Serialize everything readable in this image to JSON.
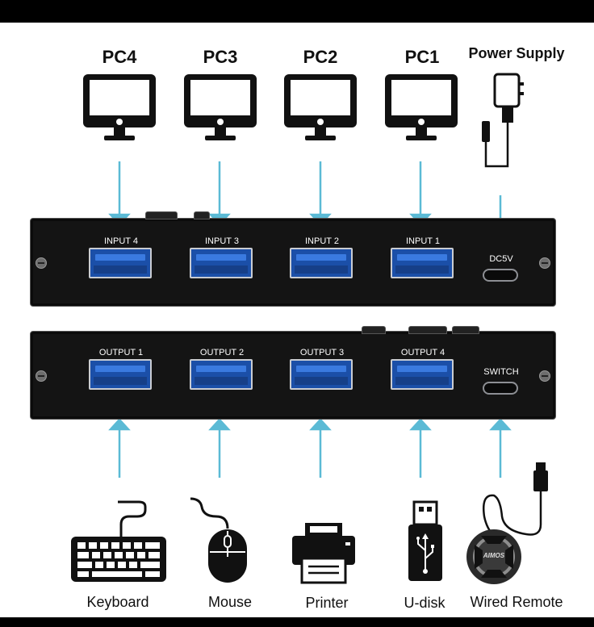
{
  "pcs": [
    {
      "label": "PC4"
    },
    {
      "label": "PC3"
    },
    {
      "label": "PC2"
    },
    {
      "label": "PC1"
    }
  ],
  "power_supply": {
    "label": "Power Supply"
  },
  "input_box": {
    "ports": [
      "INPUT 4",
      "INPUT 3",
      "INPUT 2",
      "INPUT 1"
    ],
    "power_port": "DC5V"
  },
  "output_box": {
    "ports": [
      "OUTPUT 1",
      "OUTPUT 2",
      "OUTPUT 3",
      "OUTPUT 4"
    ],
    "switch_port": "SWITCH"
  },
  "devices": [
    {
      "label": "Keyboard",
      "icon": "keyboard-icon"
    },
    {
      "label": "Mouse",
      "icon": "mouse-icon"
    },
    {
      "label": "Printer",
      "icon": "printer-icon"
    },
    {
      "label": "U-disk",
      "icon": "usb-drive-icon"
    },
    {
      "label": "Wired Remote",
      "icon": "wired-remote-icon"
    }
  ],
  "remote_brand": "AIMOS",
  "colors": {
    "arrow": "#5bbad5",
    "usb_port": "#1b4fa8",
    "box": "#141414"
  }
}
